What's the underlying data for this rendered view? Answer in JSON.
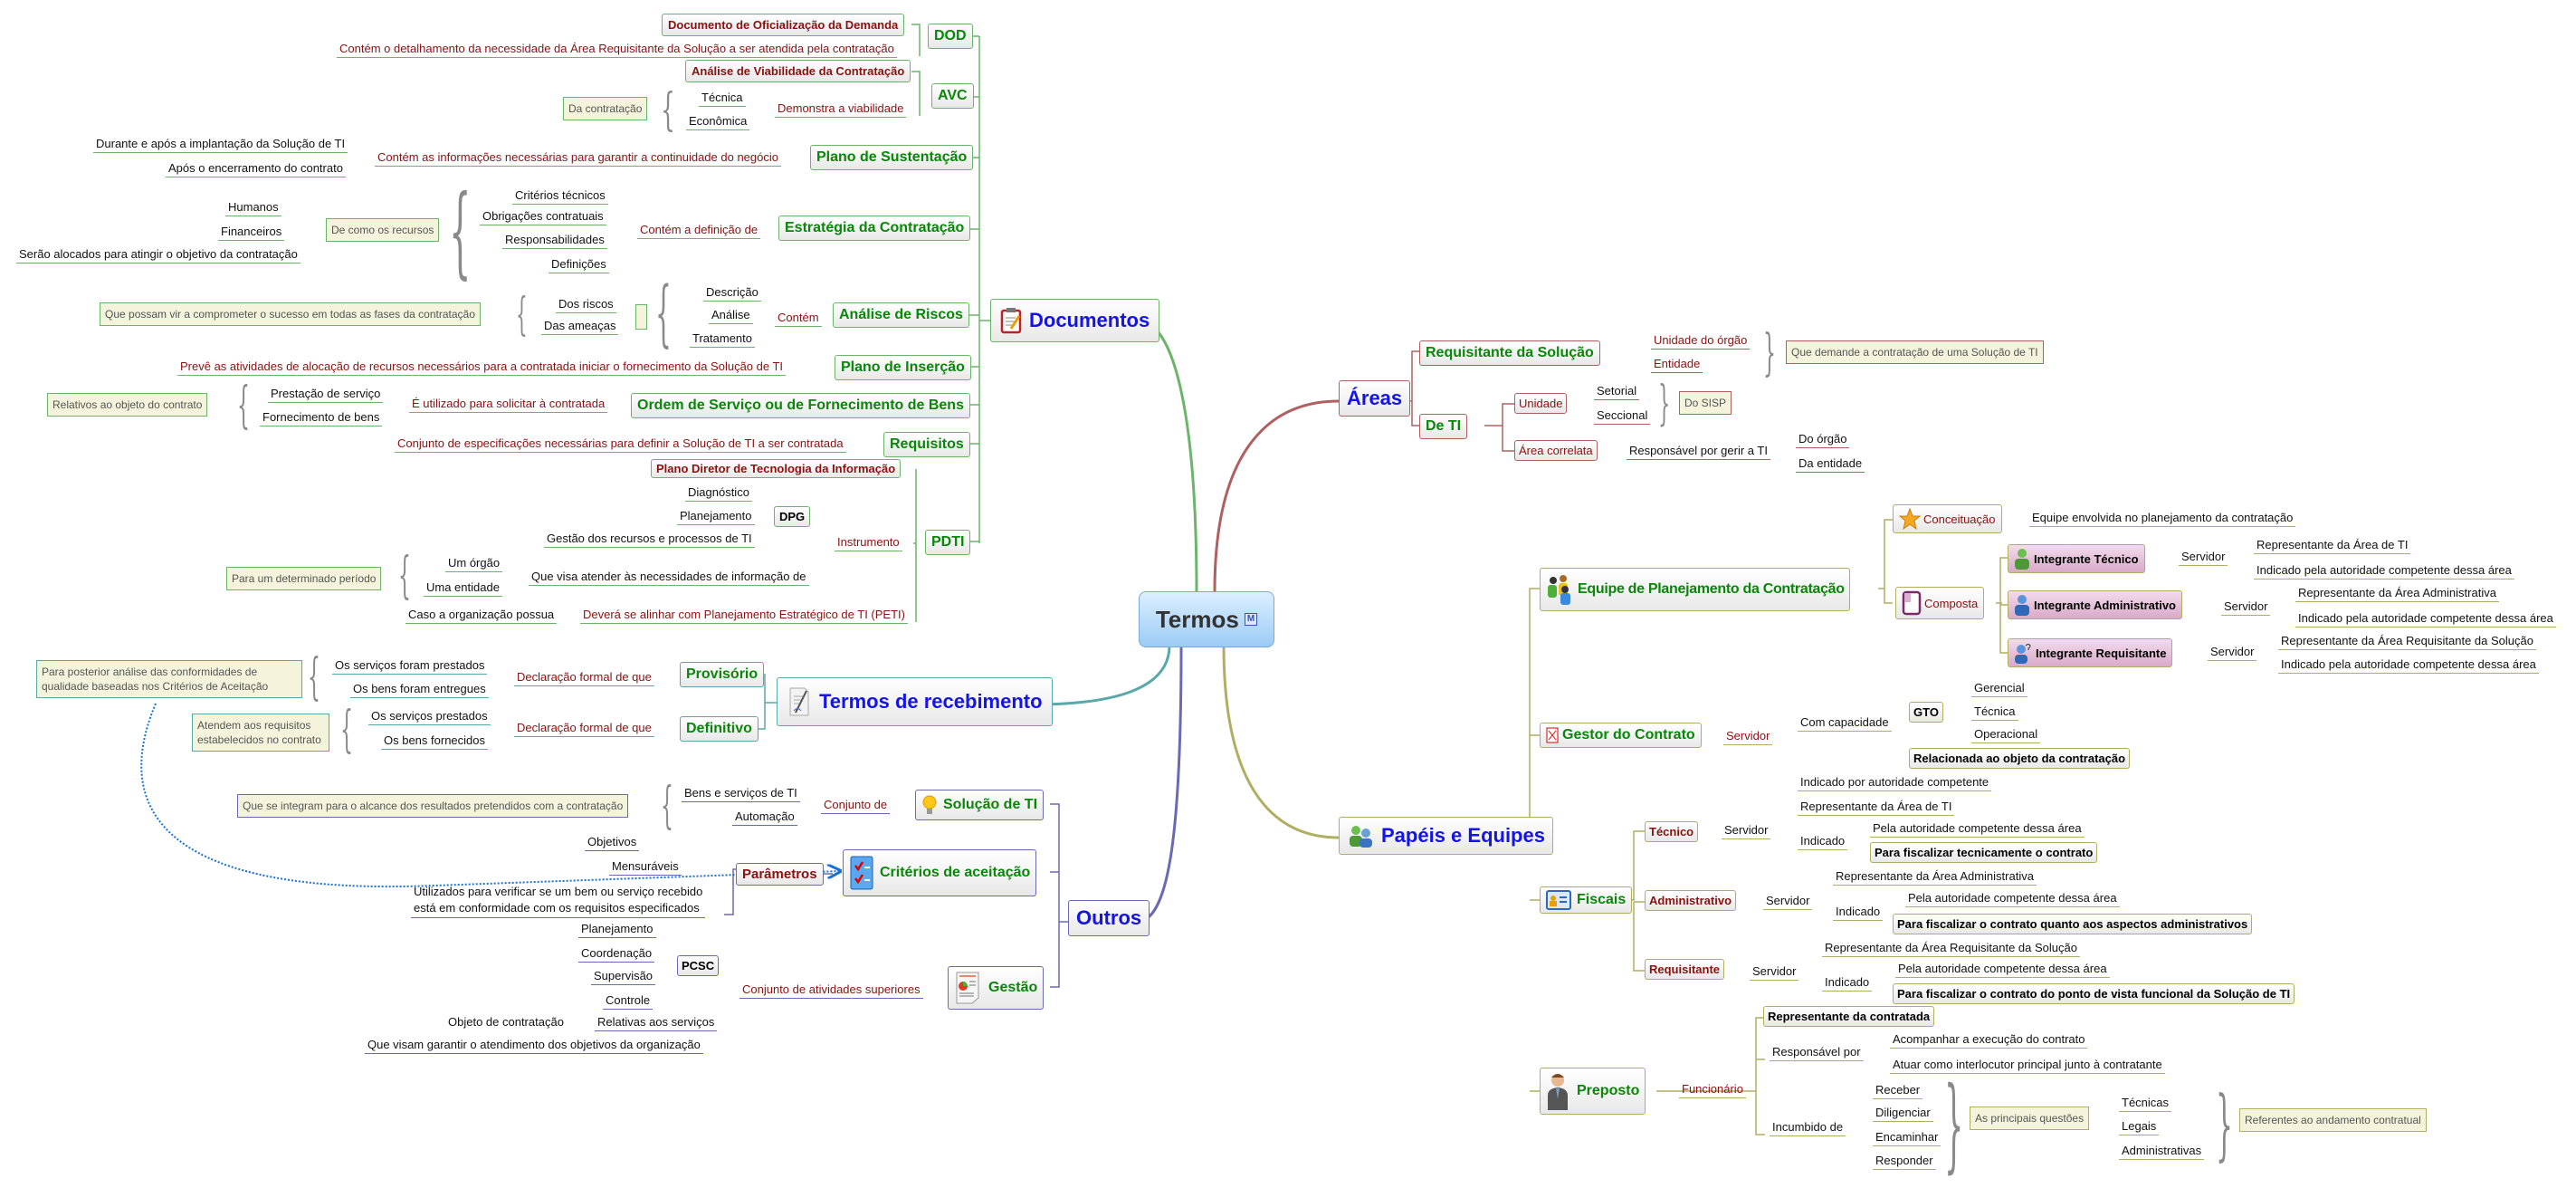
{
  "root": {
    "title": "Termos",
    "badge": "M"
  },
  "documentos": {
    "title": "Documentos",
    "dod": {
      "label": "DOD",
      "name": "Documento de Oficialização da Demanda",
      "desc": "Contém o detalhamento da necessidade da Área Requisitante da Solução a ser atendida pela contratação"
    },
    "avc": {
      "label": "AVC",
      "name": "Análise de Viabilidade da Contratação",
      "relation": "Demonstra a viabilidade",
      "items": [
        "Técnica",
        "Econômica"
      ],
      "note": "Da contratação"
    },
    "sustentacao": {
      "label": "Plano de Sustentação",
      "desc": "Contém as informações necessárias para garantir a continuidade do negócio",
      "items": [
        "Durante e após a implantação da Solução de TI",
        "Após o encerramento do contrato"
      ]
    },
    "estrategia": {
      "label": "Estratégia da Contratação",
      "relation": "Contém a definição de",
      "items": [
        "Critérios técnicos",
        "Obrigações contratuais",
        "Responsabilidades",
        "Definições"
      ],
      "note": "De como os recursos",
      "sub": [
        "Humanos",
        "Financeiros",
        "Serão alocados para atingir o objetivo da contratação"
      ]
    },
    "riscos": {
      "label": "Análise de Riscos",
      "relation": "Contém",
      "items": [
        "Descrição",
        "Análise",
        "Tratamento"
      ],
      "sub": [
        "Dos riscos",
        "Das ameaças"
      ],
      "note": "Que possam vir a comprometer o sucesso em todas as fases da contratação"
    },
    "insercao": {
      "label": "Plano de Inserção",
      "desc": "Prevê as atividades de alocação de recursos necessários para a contratada iniciar o fornecimento da Solução de TI"
    },
    "ordem": {
      "label": "Ordem de Serviço ou de Fornecimento de Bens",
      "relation": "É utilizado para solicitar à contratada",
      "items": [
        "Prestação de serviço",
        "Fornecimento de bens"
      ],
      "note": "Relativos ao objeto do contrato"
    },
    "requisitos": {
      "label": "Requisitos",
      "desc": "Conjunto de especificações necessárias para definir a Solução de TI a ser contratada"
    },
    "pdti": {
      "label": "PDTI",
      "name": "Plano Diretor de Tecnologia da Informação",
      "relation": "Instrumento",
      "dpg": "DPG",
      "dpg_items": [
        "Diagnóstico",
        "Planejamento",
        "Gestão dos recursos e processos de TI"
      ],
      "atender": "Que visa atender às necessidades de informação de",
      "atender_items": [
        "Um órgão",
        "Uma entidade"
      ],
      "note": "Para um determinado período",
      "caso": "Caso a organização possua",
      "peti": "Deverá se alinhar com Planejamento Estratégico de TI (PETI)"
    }
  },
  "termos_recebimento": {
    "title": "Termos de recebimento",
    "provisorio": {
      "label": "Provisório",
      "relation": "Declaração formal de que",
      "items": [
        "Os serviços foram prestados",
        "Os bens foram entregues"
      ],
      "note": "Para posterior análise das conformidades de qualidade baseadas nos Critérios de Aceitação"
    },
    "definitivo": {
      "label": "Definitivo",
      "relation": "Declaração formal de que",
      "items": [
        "Os serviços prestados",
        "Os bens fornecidos"
      ],
      "note": "Atendem aos requisitos estabelecidos no contrato"
    }
  },
  "outros": {
    "title": "Outros",
    "solucao": {
      "label": "Solução de TI",
      "relation": "Conjunto de",
      "items": [
        "Bens e serviços de TI",
        "Automação"
      ],
      "note": "Que se integram para o alcance dos resultados pretendidos com a contratação"
    },
    "criterios": {
      "label": "Critérios de aceitação",
      "parametros": "Parâmetros",
      "items": [
        "Objetivos",
        "Mensuráveis"
      ],
      "desc": [
        "Utilizados para verificar se um bem ou serviço recebido",
        "está em conformidade com os requisitos especificados"
      ]
    },
    "gestao": {
      "label": "Gestão",
      "relation": "Conjunto de atividades superiores",
      "pcsc": "PCSC",
      "pcsc_items": [
        "Planejamento",
        "Coordenação",
        "Supervisão",
        "Controle"
      ],
      "relativas": "Relativas aos serviços",
      "objeto": "Objeto de contratação",
      "visam": "Que visam garantir o atendimento dos objetivos da organização"
    }
  },
  "areas": {
    "title": "Áreas",
    "requisitante": {
      "label": "Requisitante da Solução",
      "items": [
        "Unidade do órgão",
        "Entidade"
      ],
      "note": "Que demande a contratação de uma Solução de TI"
    },
    "de_ti": {
      "label": "De TI",
      "unidade": "Unidade",
      "unidade_items": [
        "Setorial",
        "Seccional"
      ],
      "note": "Do SISP",
      "correlata": "Área correlata",
      "responsavel": "Responsável por gerir a TI",
      "responsavel_items": [
        "Do órgão",
        "Da entidade"
      ]
    }
  },
  "papeis": {
    "title": "Papéis e Equipes",
    "equipe": {
      "label": "Equipe de Planejamento da Contratação",
      "conceituacao": "Conceituação",
      "conceituacao_desc": "Equipe envolvida no planejamento da contratação",
      "composta": "Composta",
      "integrantes": [
        {
          "label": "Integrante Técnico",
          "role": "Servidor",
          "items": [
            "Representante da Área de TI",
            "Indicado pela autoridade competente dessa área"
          ]
        },
        {
          "label": "Integrante Administrativo",
          "role": "Servidor",
          "items": [
            "Representante da Área Administrativa",
            "Indicado pela autoridade competente dessa área"
          ]
        },
        {
          "label": "Integrante Requisitante",
          "role": "Servidor",
          "items": [
            "Representante da Área Requisitante da Solução",
            "Indicado pela autoridade competente dessa área"
          ]
        }
      ]
    },
    "gestor": {
      "label": "Gestor do Contrato",
      "role": "Servidor",
      "capacidade": "Com capacidade",
      "gto": "GTO",
      "gto_items": [
        "Gerencial",
        "Técnica",
        "Operacional"
      ],
      "relacionada": "Relacionada ao objeto da contratação",
      "indicado": "Indicado por autoridade competente"
    },
    "fiscais": {
      "label": "Fiscais",
      "tipos": [
        {
          "label": "Técnico",
          "role": "Servidor",
          "rep": "Representante da Área de TI",
          "indicado": "Indicado",
          "autoridade": "Pela autoridade competente dessa área",
          "finalidade": "Para fiscalizar tecnicamente o contrato"
        },
        {
          "label": "Administrativo",
          "role": "Servidor",
          "rep": "Representante da Área Administrativa",
          "indicado": "Indicado",
          "autoridade": "Pela autoridade competente dessa área",
          "finalidade": "Para fiscalizar o contrato quanto aos aspectos administrativos"
        },
        {
          "label": "Requisitante",
          "role": "Servidor",
          "rep": "Representante da Área Requisitante da Solução",
          "indicado": "Indicado",
          "autoridade": "Pela autoridade competente dessa área",
          "finalidade": "Para fiscalizar o contrato do ponto de vista funcional da Solução de TI"
        }
      ]
    },
    "preposto": {
      "label": "Preposto",
      "role": "Funcionário",
      "representante": "Representante da contratada",
      "responsavel": "Responsável por",
      "responsavel_items": [
        "Acompanhar a execução do contrato",
        "Atuar como interlocutor principal junto à contratante"
      ],
      "incumbido": "Incumbido de",
      "incumbido_items": [
        "Receber",
        "Diligenciar",
        "Encaminhar",
        "Responder"
      ],
      "questoes": "As principais questões",
      "questoes_items": [
        "Técnicas",
        "Legais",
        "Administrativas"
      ],
      "note": "Referentes ao andamento contratual"
    }
  },
  "colors": {
    "documentos": "#6cb46c",
    "termos_recebimento": "#5aa8a8",
    "outros": "#6a6ab4",
    "areas": "#b06060",
    "papeis": "#b0ae62",
    "main_title": "#1414e6",
    "sub_title": "#0a860a",
    "relation": "#8b1010"
  }
}
